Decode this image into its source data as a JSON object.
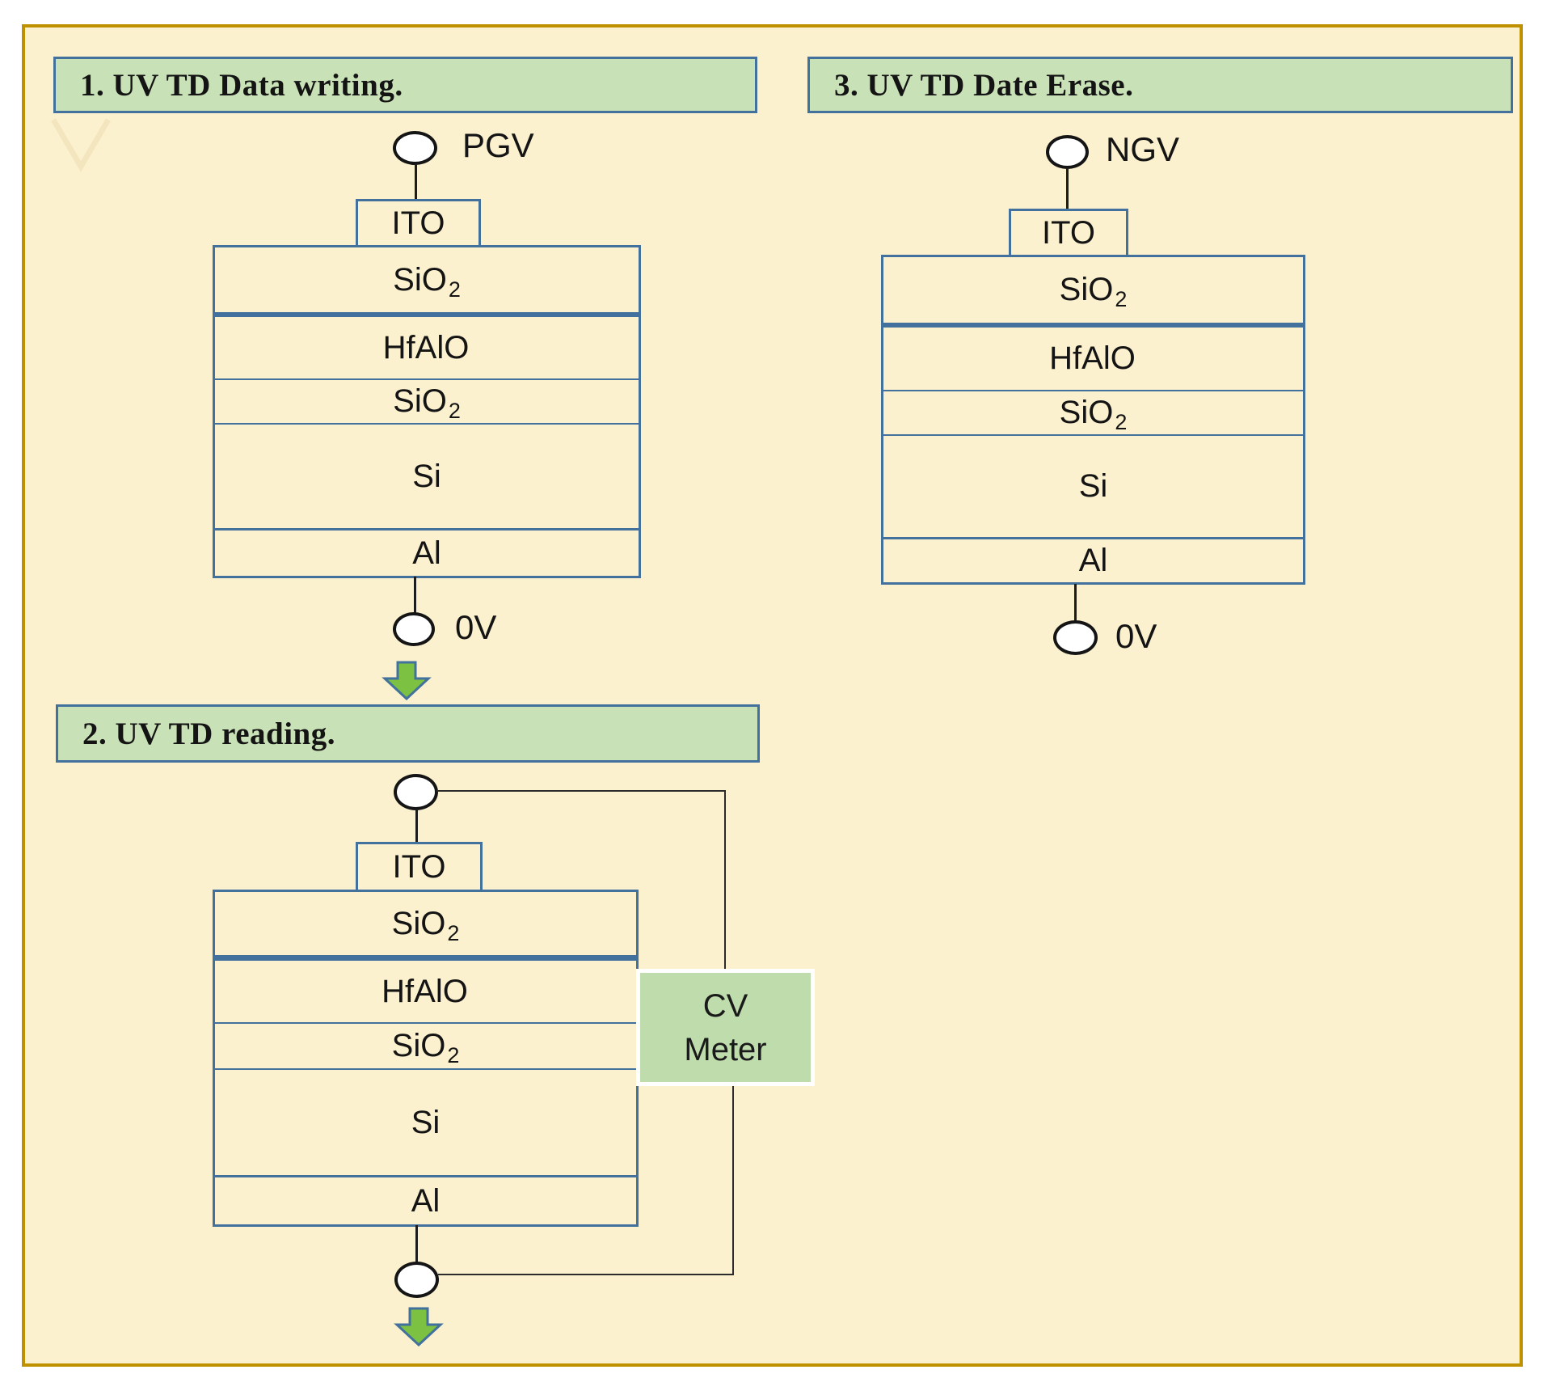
{
  "figure": {
    "sections": [
      {
        "title": "1. UV TD Data writing."
      },
      {
        "title": "2. UV TD reading."
      },
      {
        "title": "3. UV TD Date Erase."
      }
    ],
    "stacks": [
      {
        "top_terminal": "PGV",
        "bottom_terminal": "0V",
        "electrode": "ITO",
        "layers": [
          {
            "label": "SiO",
            "sub": "2"
          },
          {
            "label": "HfAlO",
            "sub": ""
          },
          {
            "label": "SiO",
            "sub": "2"
          },
          {
            "label": "Si",
            "sub": ""
          },
          {
            "label": "Al",
            "sub": ""
          }
        ]
      },
      {
        "electrode": "ITO",
        "layers": [
          {
            "label": "SiO",
            "sub": "2"
          },
          {
            "label": "HfAlO",
            "sub": ""
          },
          {
            "label": "SiO",
            "sub": "2"
          },
          {
            "label": "Si",
            "sub": ""
          },
          {
            "label": "Al",
            "sub": ""
          }
        ]
      },
      {
        "top_terminal": "NGV",
        "bottom_terminal": "0V",
        "electrode": "ITO",
        "layers": [
          {
            "label": "SiO",
            "sub": "2"
          },
          {
            "label": "HfAlO",
            "sub": ""
          },
          {
            "label": "SiO",
            "sub": "2"
          },
          {
            "label": "Si",
            "sub": ""
          },
          {
            "label": "Al",
            "sub": ""
          }
        ]
      }
    ],
    "cv_meter": {
      "line1": "CV",
      "line2": "Meter"
    },
    "colors": {
      "background": "#FCF1CE",
      "panel_border": "#BF9000",
      "header_fill": "#C9E1B6",
      "line_blue": "#41719C",
      "arrow_green": "#7CC142",
      "wire": "#2B2B2B",
      "text": "#171717"
    }
  }
}
